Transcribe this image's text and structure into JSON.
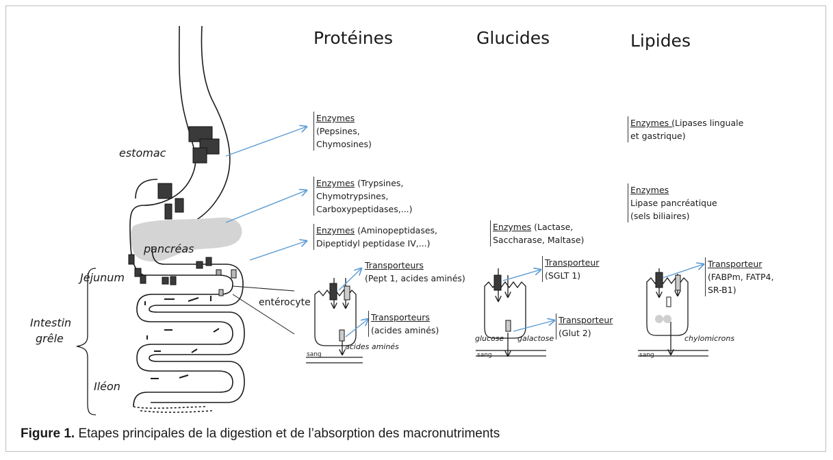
{
  "columns": {
    "proteines": "Protéines",
    "glucides": "Glucides",
    "lipides": "Lipides"
  },
  "organs": {
    "estomac": "estomac",
    "pancreas": "pancréas",
    "jejunum": "Jéjunum",
    "intestin": "Intestin",
    "grele": "grêle",
    "ileon": "Iléon",
    "enterocyte": "entérocyte"
  },
  "proteines": {
    "enz1_title": "Enzymes",
    "enz1_l1": "(Pepsines,",
    "enz1_l2": "Chymosines)",
    "enz2_title": "Enzymes",
    "enz2_l1": " (Trypsines,",
    "enz2_l2": "Chymotrypsines,",
    "enz2_l3": "Carboxypeptidases,...)",
    "enz3_title": "Enzymes",
    "enz3_l1": " (Aminopeptidases,",
    "enz3_l2": "Dipeptidyl peptidase IV,...)",
    "tr1_title": "Transporteurs",
    "tr1_l1": "(Pept 1, acides aminés)",
    "tr2_title": "Transporteurs",
    "tr2_l1": "(acides aminés)",
    "output": "acides aminés",
    "sang": "sang"
  },
  "glucides": {
    "enz_title": "Enzymes",
    "enz_l1": " (Lactase,",
    "enz_l2": "Saccharase, Maltase)",
    "tr1_title": "Transporteur",
    "tr1_l1": "(SGLT 1)",
    "tr2_title": "Transporteur",
    "tr2_l1": "(Glut 2)",
    "glucose": "glucose",
    "galactose": "galactose",
    "sang": "sang"
  },
  "lipides": {
    "enz1_title": "Enzymes (",
    "enz1_l1": "Lipases linguale",
    "enz1_l2": "et gastrique)",
    "enz2_title": "Enzymes",
    "enz2_l1": "Lipase pancréatique",
    "enz2_l2": "(sels biliaires)",
    "tr_title": "Transporteur",
    "tr_l1": "(FABPm, FATP4,",
    "tr_l2": "SR-B1)",
    "output": "chylomicrons",
    "sang": "sang"
  },
  "caption": {
    "label": "Figure 1.",
    "text": " Etapes principales de la digestion et de l’absorption des macronutriments"
  },
  "colors": {
    "arrow": "#5b9bd5",
    "block": "#3a3a3a",
    "pancreas": "#d4d4d4",
    "line": "#1a1a1a"
  }
}
